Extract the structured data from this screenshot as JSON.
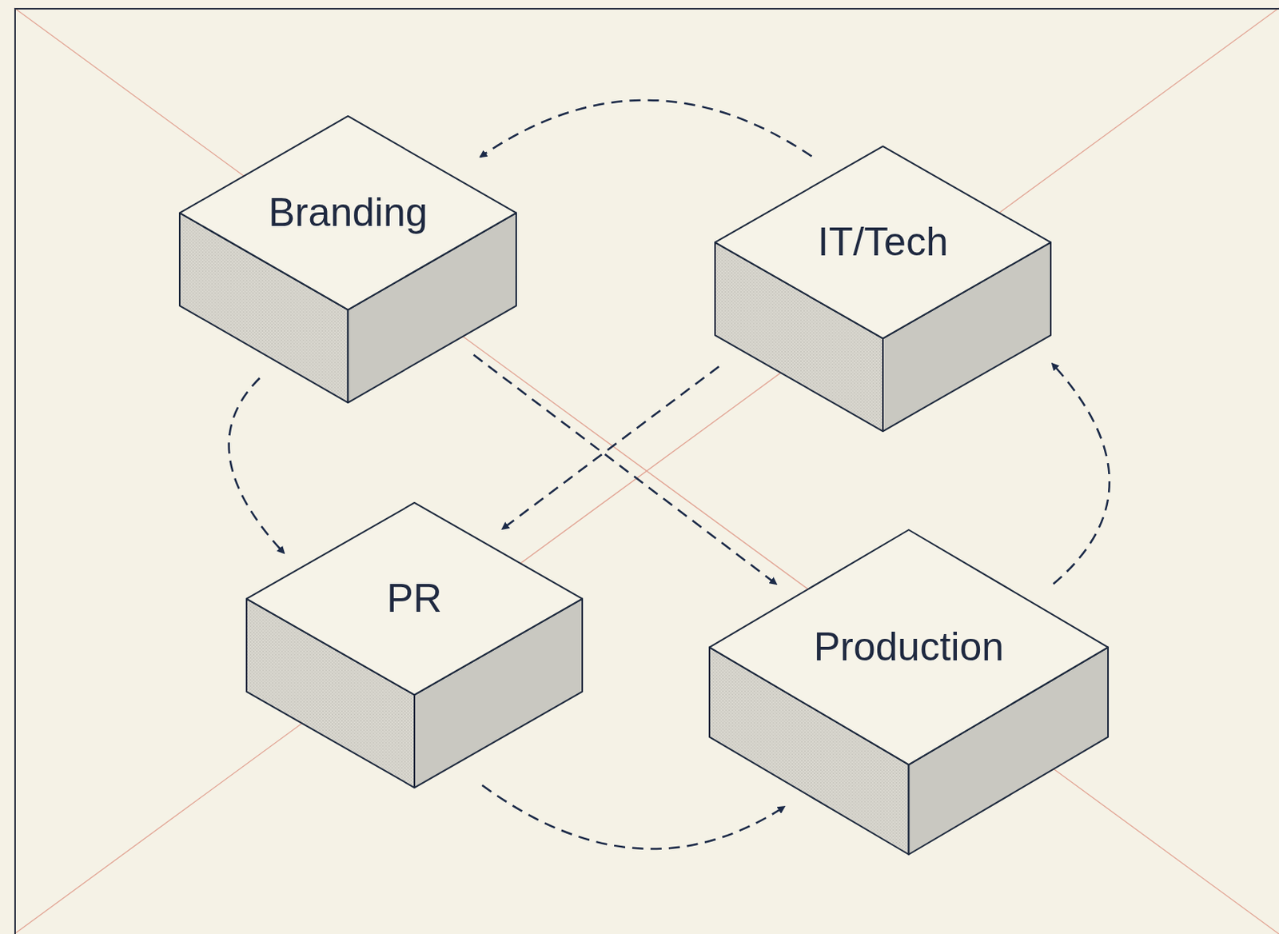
{
  "diagram": {
    "nodes": [
      {
        "text": [
          "Branding"
        ]
      },
      {
        "text": [
          "IT/Tech"
        ]
      },
      {
        "text": [
          "PR"
        ]
      },
      {
        "text": [
          "Production"
        ]
      }
    ],
    "edges": [
      {
        "from": 1,
        "to": 0,
        "arrow": "to"
      },
      {
        "from": 0,
        "to": 2,
        "arrow": "to"
      },
      {
        "from": 0,
        "to": 3,
        "arrow": "to"
      },
      {
        "from": 1,
        "to": 2,
        "arrow": "to"
      },
      {
        "from": 2,
        "to": 3,
        "arrow": "to"
      },
      {
        "from": 3,
        "to": 1,
        "arrow": "to"
      }
    ]
  }
}
